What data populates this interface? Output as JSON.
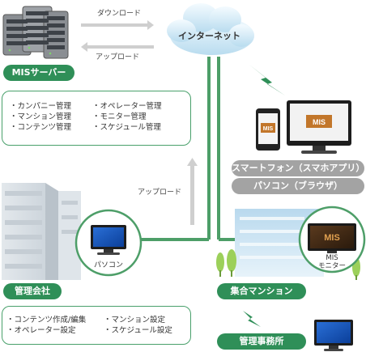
{
  "internet": {
    "label": "インターネット"
  },
  "arrows": {
    "download": "ダウンロード",
    "upload_top": "アップロード",
    "upload_side": "アップロード"
  },
  "mis_server": {
    "title": "MISサーバー",
    "left_items": [
      "・カンパニー管理",
      "・マンション管理",
      "・コンテンツ管理"
    ],
    "right_items": [
      "・オペレーター管理",
      "・モニター管理",
      "・スケジュール管理"
    ]
  },
  "devices": {
    "smartphone_label": "スマートフォン（スマホアプリ）",
    "pc_label": "パソコン（ブラウザ）",
    "logo_text": "MIS"
  },
  "management_company": {
    "title": "管理会社",
    "pc_label": "パソコン",
    "left_items": [
      "・コンテンツ作成/編集",
      "・オペレーター設定"
    ],
    "right_items": [
      "・マンション設定",
      "・スケジュール設定"
    ]
  },
  "apartment": {
    "title": "集合マンション",
    "monitor_label_1": "MIS",
    "monitor_label_2": "モニター"
  },
  "office": {
    "title": "管理事務所"
  },
  "colors": {
    "green": "#2f8f58",
    "line": "#4d9e68",
    "grey": "#a3a3a3",
    "cloud": "#d6ecf7"
  }
}
